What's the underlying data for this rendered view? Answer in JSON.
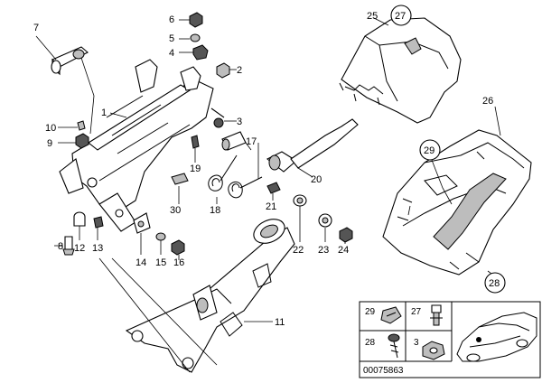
{
  "diagram": {
    "part_labels": {
      "p1": "1",
      "p2": "2",
      "p3": "3",
      "p4": "4",
      "p5": "5",
      "p6": "6",
      "p7": "7",
      "p8": "8",
      "p9": "9",
      "p10": "10",
      "p11": "11",
      "p12": "12",
      "p13": "13",
      "p14": "14",
      "p15": "15",
      "p16": "16",
      "p17": "17",
      "p18": "18",
      "p19": "19",
      "p20": "20",
      "p21": "21",
      "p22": "22",
      "p23": "23",
      "p24": "24",
      "p25": "25",
      "p26": "26",
      "p27": "27",
      "p28": "28",
      "p29": "29",
      "p30": "30"
    },
    "inset": {
      "labels": {
        "a": "29",
        "b": "27",
        "c": "28",
        "d": "3"
      },
      "catalog_number": "00075863"
    }
  }
}
